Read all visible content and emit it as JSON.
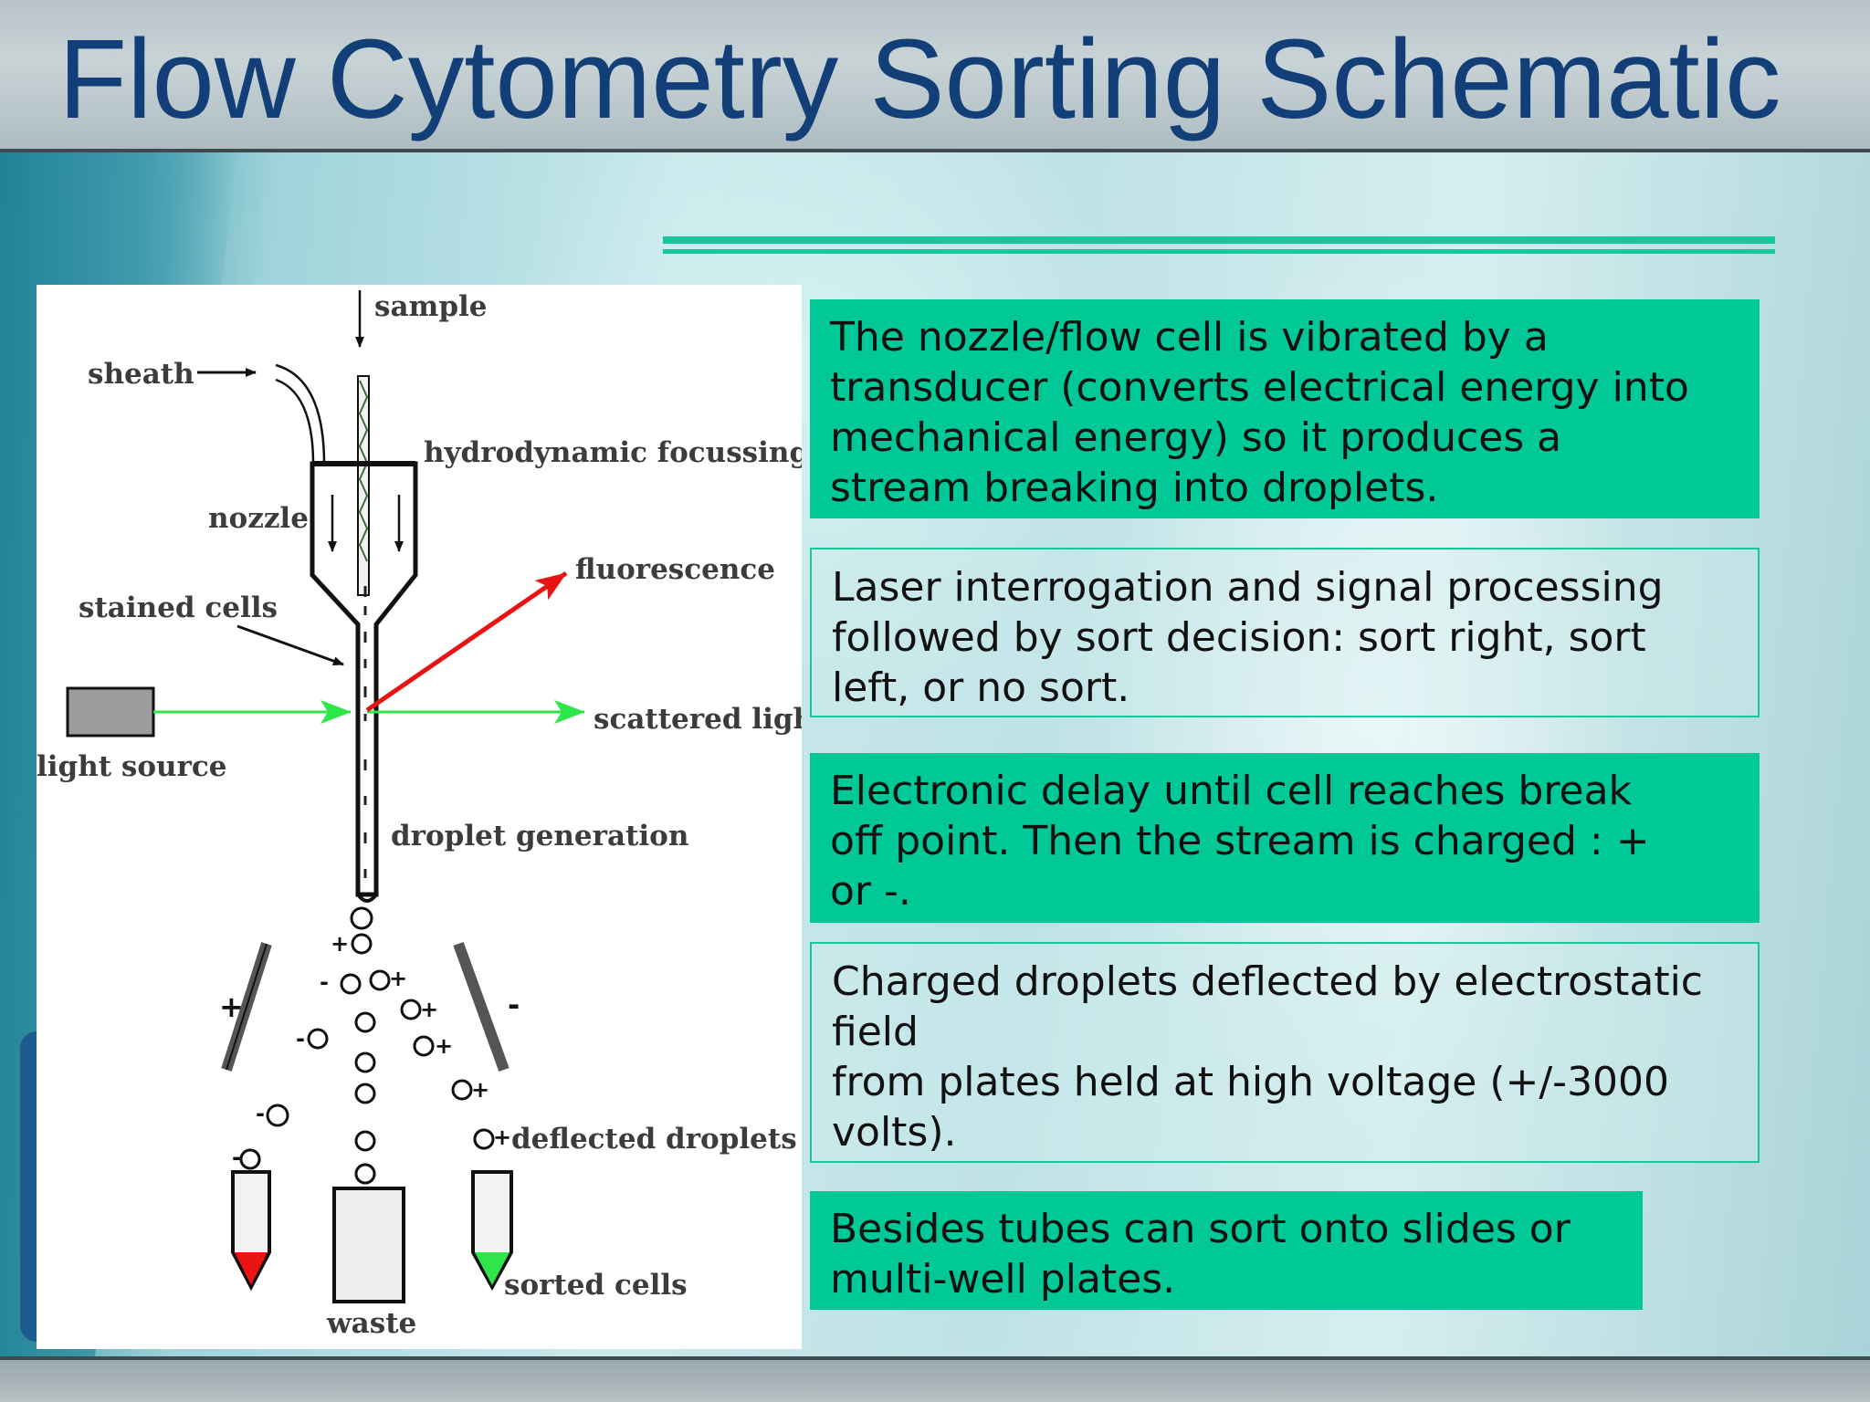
{
  "title": "Flow Cytometry Sorting Schematic",
  "colors": {
    "title_text": "#133f78",
    "accent_green": "#00c896",
    "laser_green": "#2ee64a",
    "fluorescence_red": "#e81414"
  },
  "diagram": {
    "labels": {
      "sample": "sample",
      "sheath": "sheath",
      "nozzle": "nozzle",
      "hydrodynamic": "hydrodynamic focussing",
      "fluorescence": "fluorescence",
      "stained_cells": "stained cells",
      "light_source": "light source",
      "scattered_light": "scattered light",
      "droplet_generation": "droplet generation",
      "deflected_droplets": "deflected droplets",
      "sorted_cells": "sorted cells",
      "waste": "waste"
    },
    "plus_sign": "+",
    "minus_sign": "-"
  },
  "boxes": [
    {
      "text": "The nozzle/flow cell is vibrated by a\ntransducer (converts electrical energy into\nmechanical energy) so it produces a\nstream breaking into droplets."
    },
    {
      "text": "Laser interrogation and signal processing\nfollowed by sort decision: sort right, sort\nleft, or no sort."
    },
    {
      "text": "Electronic delay until cell reaches break\noff point. Then the stream is charged : +\nor -."
    },
    {
      "text": "Charged droplets deflected by electrostatic\nfield\nfrom plates held at high voltage  (+/-3000\nvolts)."
    },
    {
      "text": "Besides tubes can sort onto slides or\nmulti-well plates."
    }
  ]
}
